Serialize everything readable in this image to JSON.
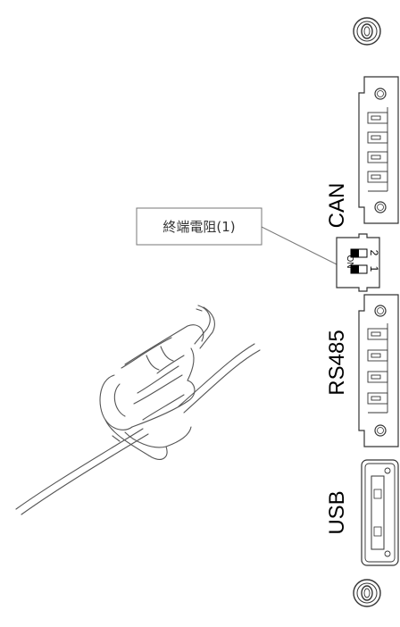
{
  "diagram": {
    "callout": {
      "text": "終端電阻(1)"
    },
    "ports": {
      "can": "CAN",
      "rs485": "RS485",
      "usb": "USB"
    },
    "dip_switch": {
      "on_label": "ON",
      "switch_1": "1",
      "switch_2": "2"
    }
  }
}
